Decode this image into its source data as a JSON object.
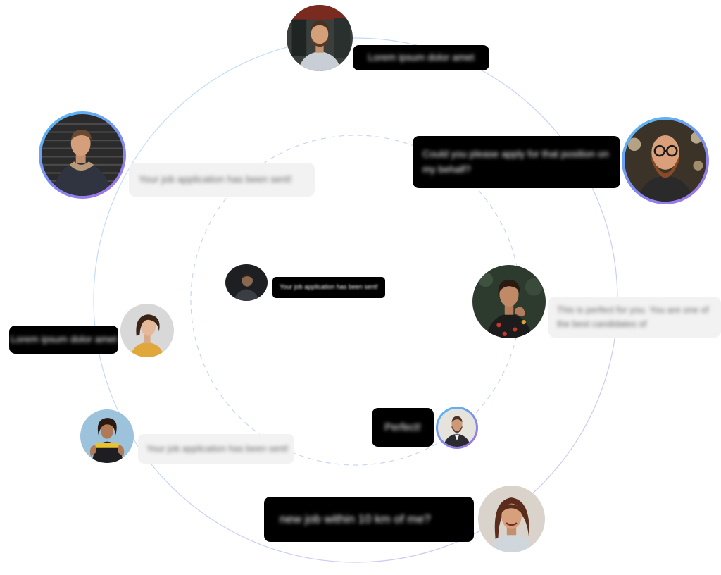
{
  "messages": [
    {
      "text": "Lorem ipsum dolor amet",
      "style": "dark"
    },
    {
      "text": "Could you please apply for that position on my behalf?",
      "style": "dark"
    },
    {
      "text": "Your job application has been sent!",
      "style": "light"
    },
    {
      "text": "Your job application has been sent!",
      "style": "dark"
    },
    {
      "text": "This is perfect for you. You are one of the best candidates of",
      "style": "light"
    },
    {
      "text": "Lorem ipsum dolor amet",
      "style": "dark"
    },
    {
      "text": "Perfect!",
      "style": "dark"
    },
    {
      "text": "Your job application has been sent!",
      "style": "light"
    },
    {
      "text": "new job within 10 km of me?",
      "style": "dark"
    }
  ],
  "avatars": [
    {
      "name": "man-cap-bearded",
      "icon": "person-photo"
    },
    {
      "name": "man-denim-jacket",
      "icon": "person-photo"
    },
    {
      "name": "man-glasses-beard",
      "icon": "person-photo"
    },
    {
      "name": "man-dark-small",
      "icon": "person-photo"
    },
    {
      "name": "woman-floral",
      "icon": "person-photo"
    },
    {
      "name": "woman-yellow",
      "icon": "person-photo"
    },
    {
      "name": "man-suit-small",
      "icon": "person-photo"
    },
    {
      "name": "man-curly-hair",
      "icon": "person-photo"
    },
    {
      "name": "woman-smiling",
      "icon": "person-photo"
    }
  ],
  "colors": {
    "bubble_dark": "#000000",
    "bubble_light": "#f2f2f2",
    "ring_start": "#52c2f5",
    "ring_end": "#a86fe8",
    "orbit_line": "#c9d6f0"
  }
}
